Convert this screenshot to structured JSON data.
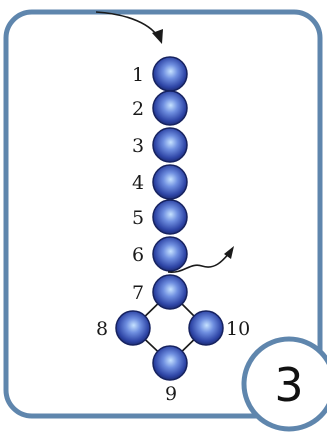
{
  "diagram": {
    "step_number": "3",
    "bead_labels": [
      "1",
      "2",
      "3",
      "4",
      "5",
      "6",
      "7",
      "8",
      "9",
      "10"
    ]
  },
  "colors": {
    "frame": "#5f86ad",
    "bead_dark": "#16225f",
    "bead_mid": "#3c54b4",
    "bead_light": "#b9d9ff",
    "thread": "#1a1a1a"
  }
}
